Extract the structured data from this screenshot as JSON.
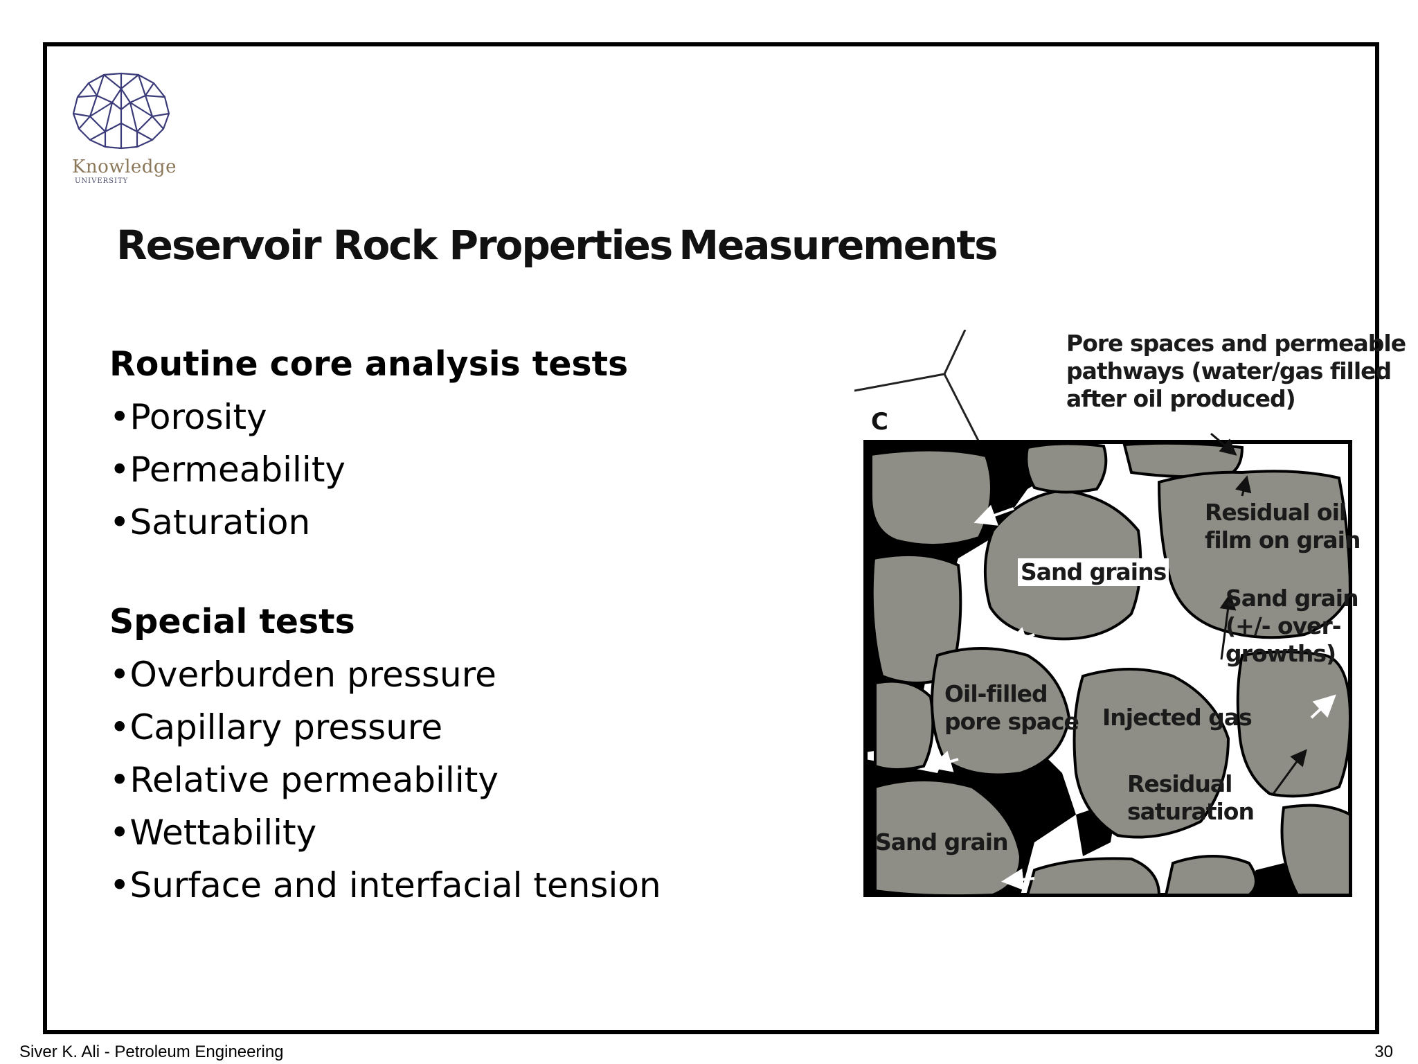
{
  "logo": {
    "word": "Knowledge",
    "sub": "UNIVERSITY",
    "icon": "brain-network-icon"
  },
  "title": {
    "part1": "Reservoir Rock Properties",
    "part2": "Measurements"
  },
  "routine": {
    "heading": "Routine core analysis tests",
    "items": [
      "•Porosity",
      "•Permeability",
      "•Saturation"
    ]
  },
  "special": {
    "heading": "Special tests",
    "items": [
      "•Overburden pressure",
      "•Capillary pressure",
      "•Relative permeability",
      "•Wettability",
      "•Surface and interfacial tension"
    ]
  },
  "figure": {
    "panel_letter": "C",
    "labels": {
      "pore_spaces": "Pore spaces and permeable\npathways (water/gas filled\nafter oil produced)",
      "residual_oil": "Residual oil\nfilm on grain",
      "sand_grains": "Sand grains",
      "sand_grain_overgrowths": "Sand grain\n(+/- over-\ngrowths)",
      "oil_filled": "Oil-filled\npore space",
      "injected_gas": "Injected gas",
      "residual_saturation": "Residual\nsaturation",
      "sand_grain": "Sand grain"
    },
    "colors": {
      "grain": "#8e8e86",
      "oil": "#000000",
      "gas": "#ffffff"
    }
  },
  "footer": {
    "author": "Siver K. Ali - Petroleum Engineering",
    "page": "30"
  }
}
